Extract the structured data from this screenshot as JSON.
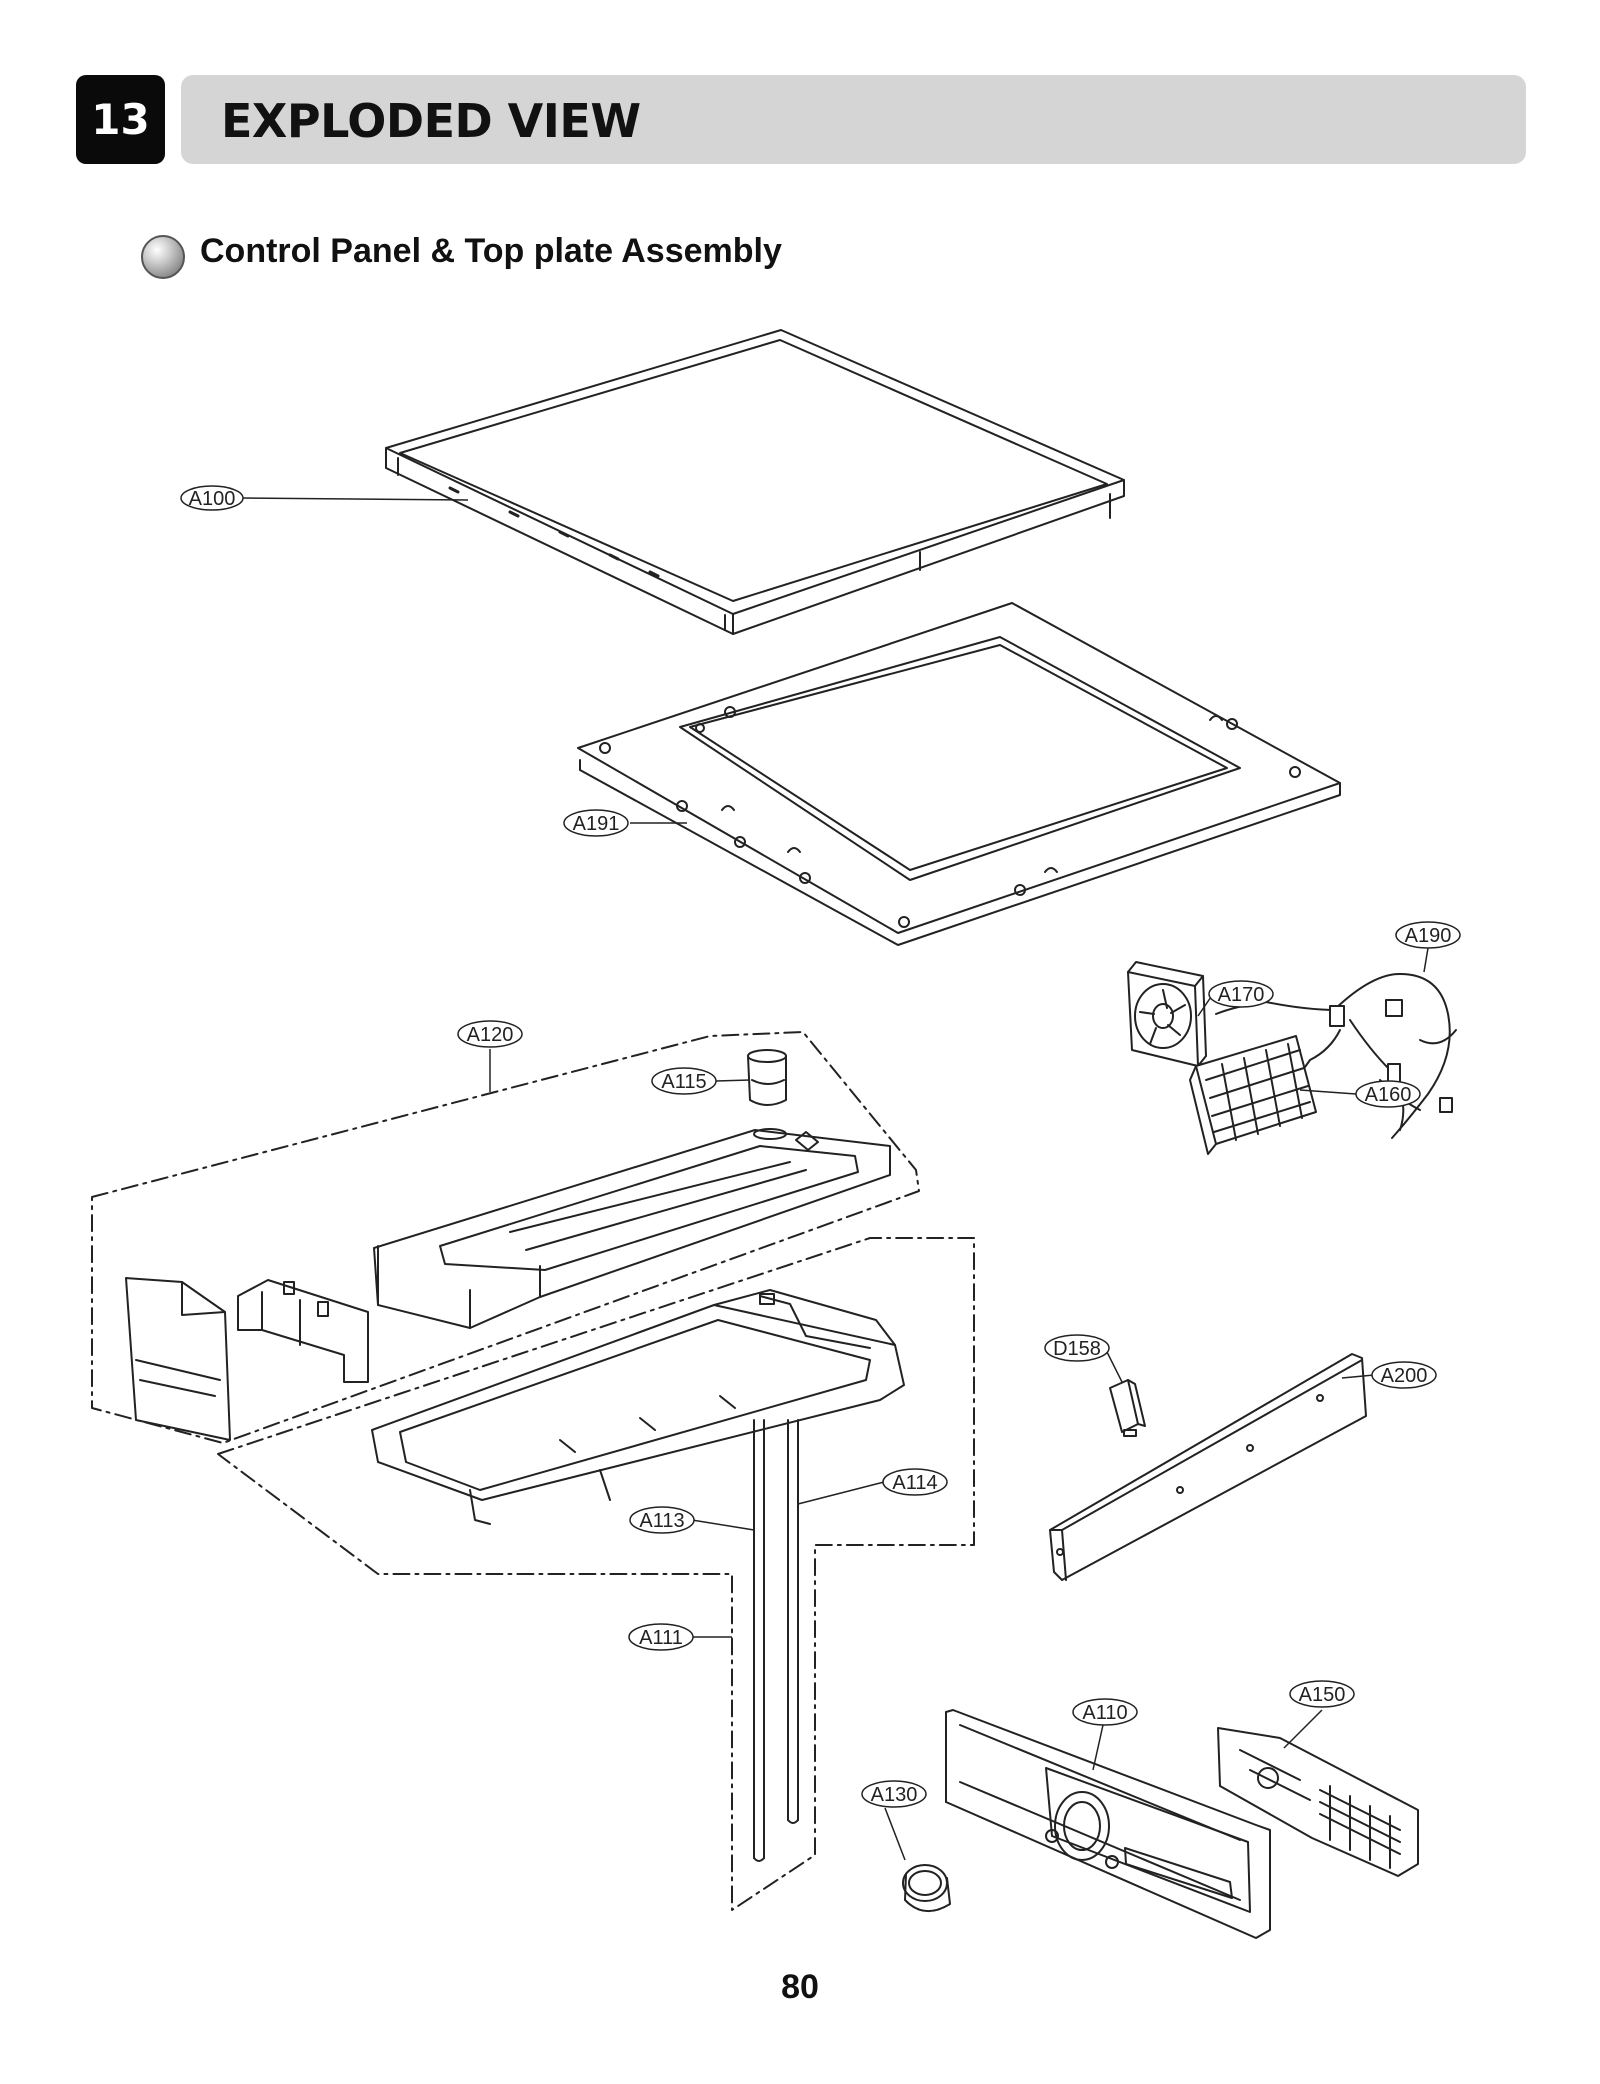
{
  "header": {
    "section_number": "13",
    "title": "EXPLODED VIEW"
  },
  "subtitle": "Control Panel & Top plate Assembly",
  "callouts": [
    {
      "id": "a100",
      "label": "A100"
    },
    {
      "id": "a191",
      "label": "A191"
    },
    {
      "id": "a190",
      "label": "A190"
    },
    {
      "id": "a170",
      "label": "A170"
    },
    {
      "id": "a160",
      "label": "A160"
    },
    {
      "id": "a120",
      "label": "A120"
    },
    {
      "id": "a115",
      "label": "A115"
    },
    {
      "id": "d158",
      "label": "D158"
    },
    {
      "id": "a200",
      "label": "A200"
    },
    {
      "id": "a114",
      "label": "A114"
    },
    {
      "id": "a113",
      "label": "A113"
    },
    {
      "id": "a111",
      "label": "A111"
    },
    {
      "id": "a110",
      "label": "A110"
    },
    {
      "id": "a150",
      "label": "A150"
    },
    {
      "id": "a130",
      "label": "A130"
    }
  ],
  "page_number": "80"
}
